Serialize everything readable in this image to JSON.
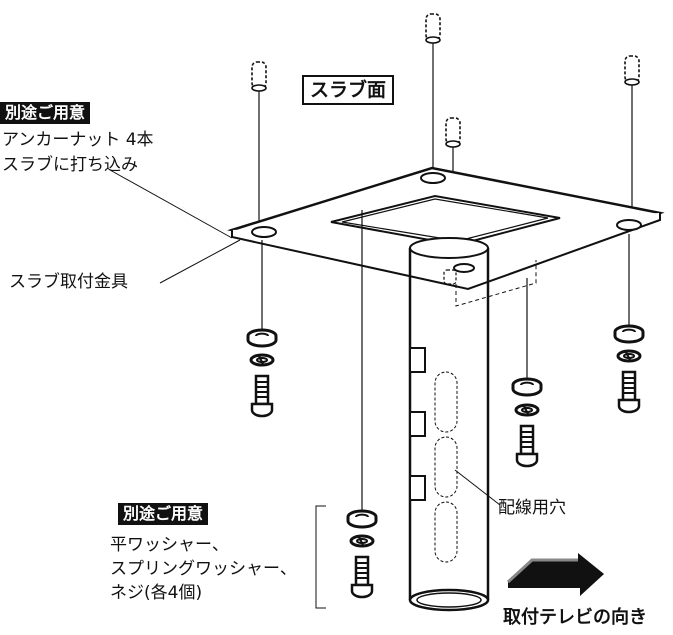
{
  "labels": {
    "slab_surface": "スラブ面",
    "separate_1": "別途ご用意",
    "anchor_nut": "アンカーナット 4本",
    "drive_into_slab": "スラブに打ち込み",
    "slab_bracket": "スラブ取付金具",
    "wiring_hole": "配線用穴",
    "separate_2": "別途ご用意",
    "washer_line1": "平ワッシャー、",
    "washer_line2": "スプリングワッシャー、",
    "washer_line3": "ネジ(各4個)",
    "tv_direction": "取付テレビの向き"
  }
}
